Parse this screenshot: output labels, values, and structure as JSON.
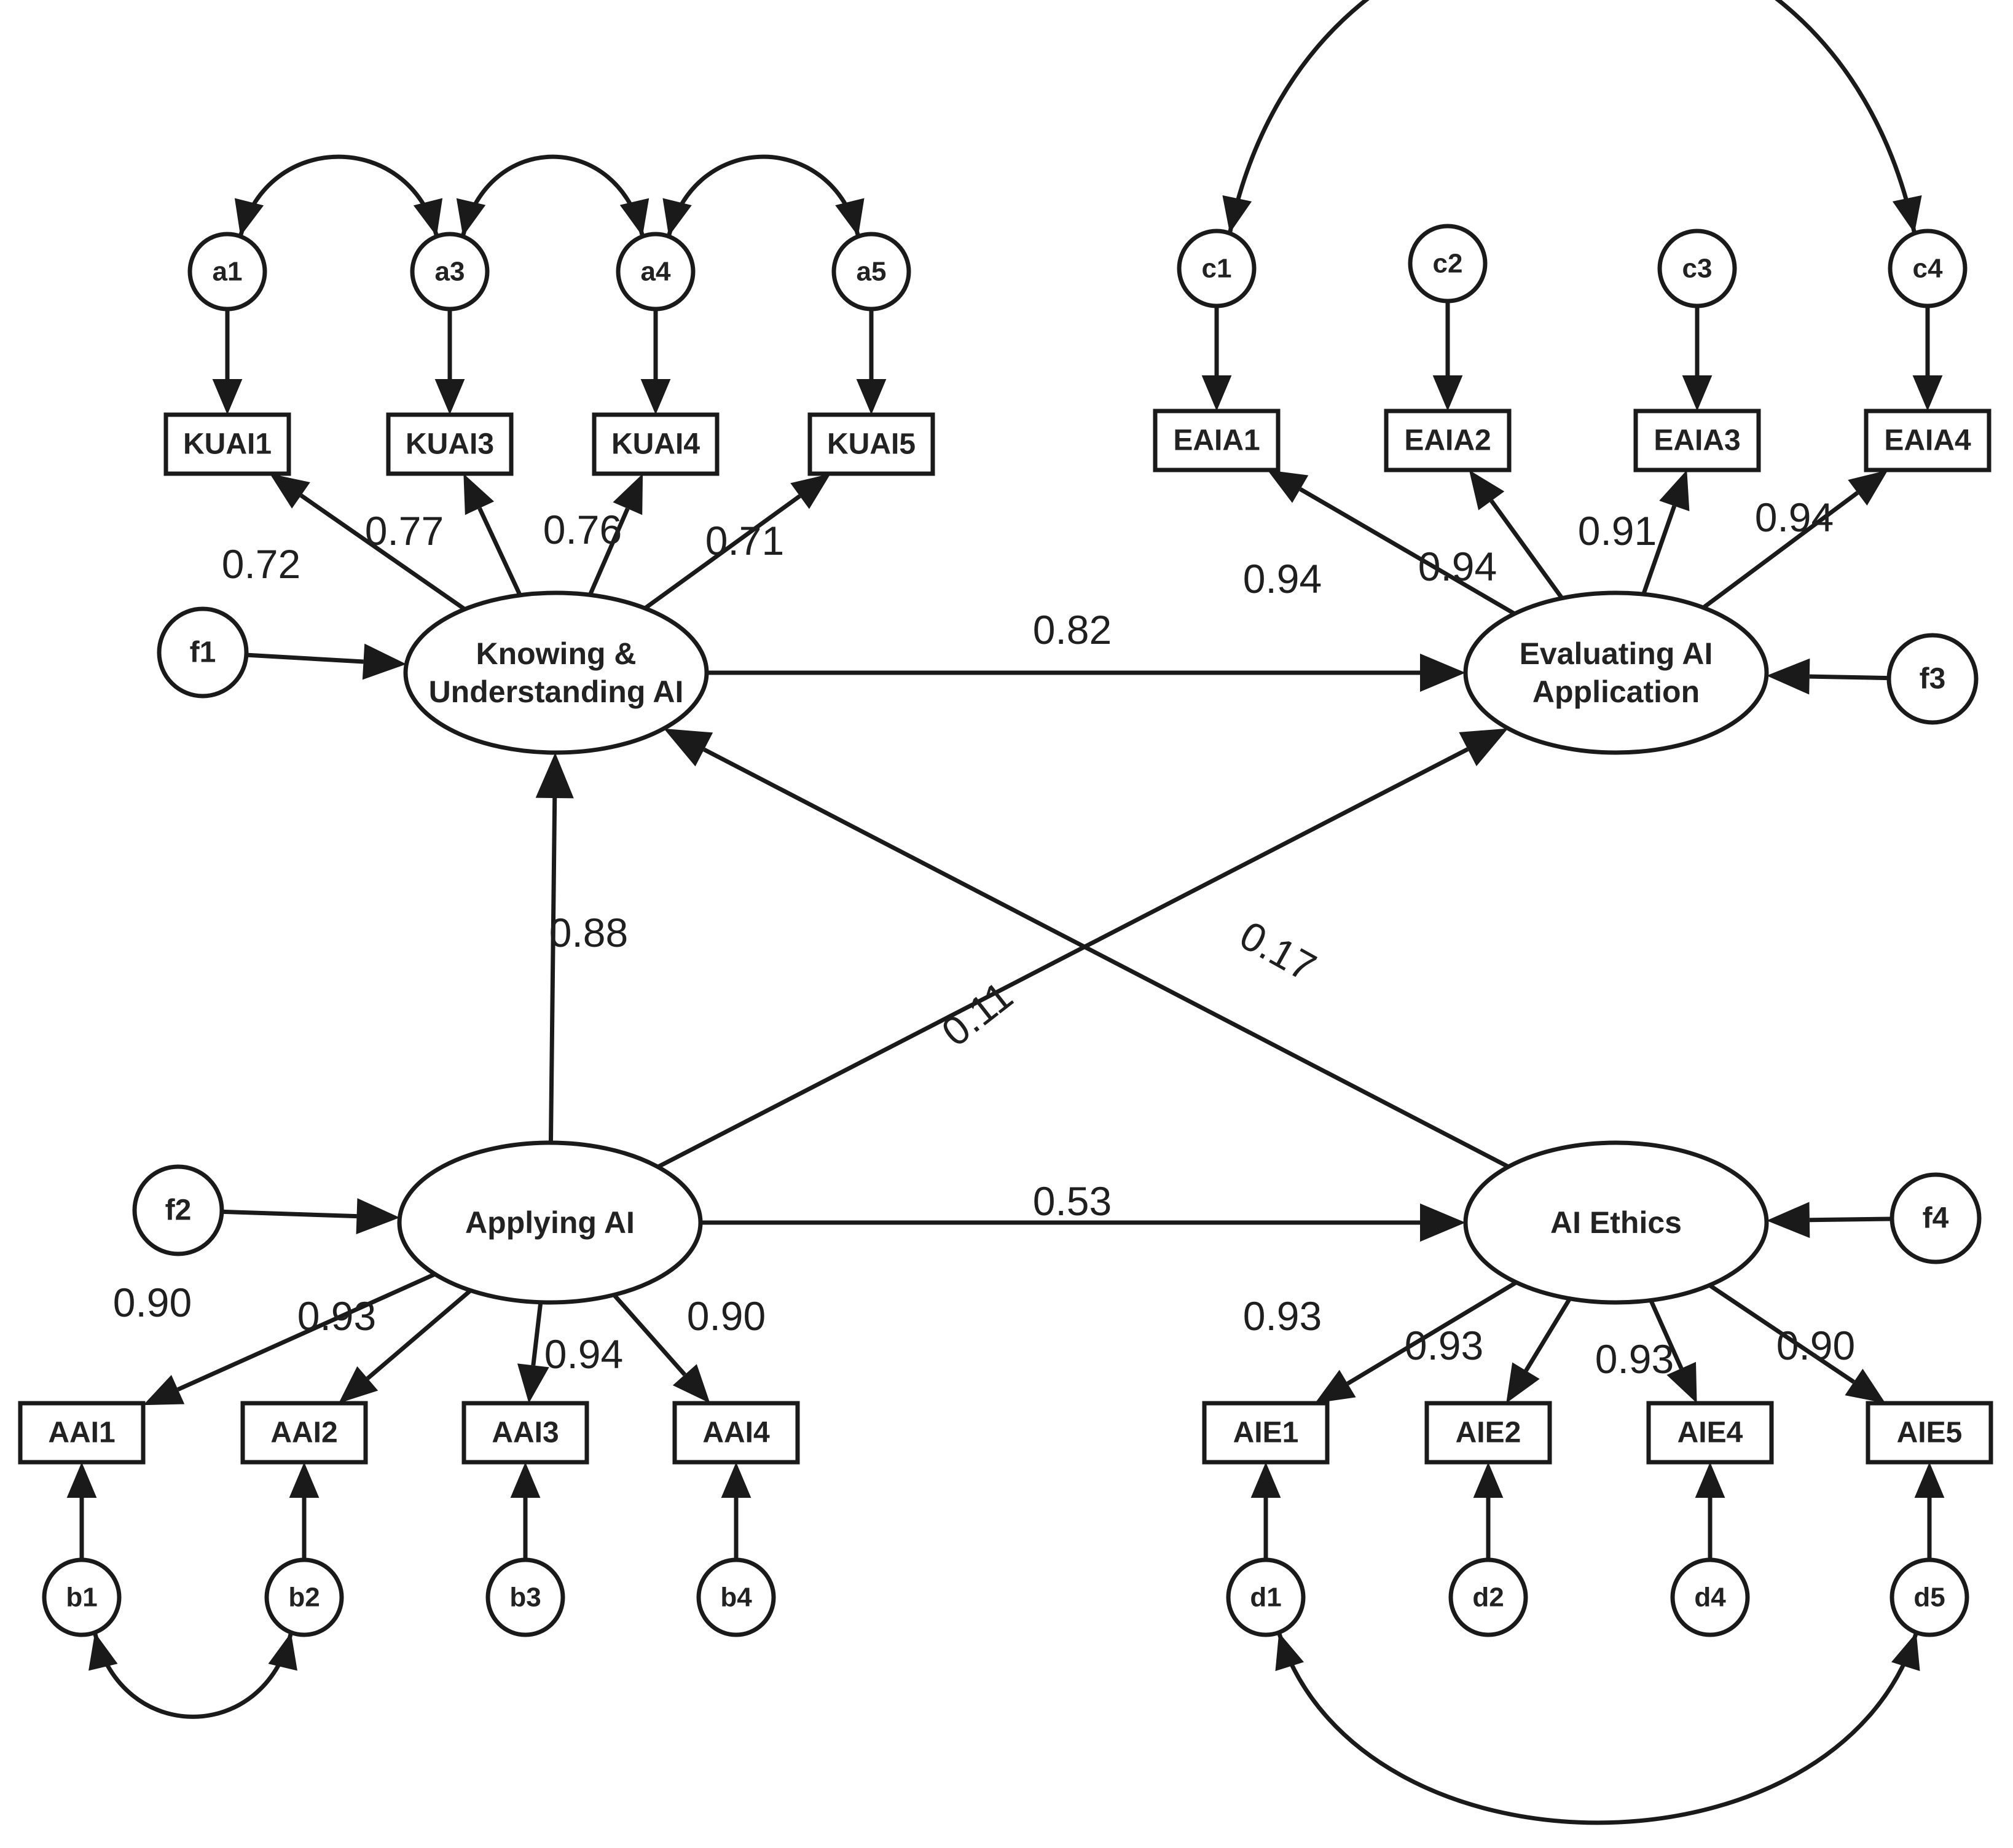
{
  "colors": {
    "ink": "#1a1a1a",
    "background": "#ffffff"
  },
  "latents": [
    {
      "id": "KUAI",
      "lines": [
        "Knowing &",
        "Understanding AI"
      ]
    },
    {
      "id": "EAIA",
      "lines": [
        "Evaluating AI",
        "Application"
      ]
    },
    {
      "id": "AAI",
      "lines": [
        "Applying AI"
      ]
    },
    {
      "id": "AIE",
      "lines": [
        "AI Ethics"
      ]
    }
  ],
  "indicators": [
    "KUAI1",
    "KUAI3",
    "KUAI4",
    "KUAI5",
    "EAIA1",
    "EAIA2",
    "EAIA3",
    "EAIA4",
    "AAI1",
    "AAI2",
    "AAI3",
    "AAI4",
    "AIE1",
    "AIE2",
    "AIE4",
    "AIE5"
  ],
  "errors": [
    "a1",
    "a3",
    "a4",
    "a5",
    "c1",
    "c2",
    "c3",
    "c4",
    "b1",
    "b2",
    "b3",
    "b4",
    "d1",
    "d2",
    "d4",
    "d5"
  ],
  "disturbances": [
    "f1",
    "f2",
    "f3",
    "f4"
  ],
  "loadings": {
    "KUAI1": "0.72",
    "KUAI3": "0.77",
    "KUAI4": "0.76",
    "KUAI5": "0.71",
    "EAIA1": "0.94",
    "EAIA2": "0.94",
    "EAIA3": "0.91",
    "EAIA4": "0.94",
    "AAI1": "0.90",
    "AAI2": "0.93",
    "AAI3": "0.94",
    "AAI4": "0.90",
    "AIE1": "0.93",
    "AIE2": "0.93",
    "AIE4": "0.93",
    "AIE5": "0.90"
  },
  "paths": [
    {
      "from": "KUAI",
      "to": "EAIA",
      "coef": "0.82"
    },
    {
      "from": "AAI",
      "to": "KUAI",
      "coef": "0.88"
    },
    {
      "from": "AAI",
      "to": "EAIA",
      "coef": "0.11"
    },
    {
      "from": "AIE",
      "to": "KUAI",
      "coef": "0.17"
    },
    {
      "from": "AAI",
      "to": "AIE",
      "coef": "0.53"
    }
  ],
  "covariances": [
    [
      "a1",
      "a3"
    ],
    [
      "a3",
      "a4"
    ],
    [
      "a4",
      "a5"
    ],
    [
      "c1",
      "c4"
    ],
    [
      "b1",
      "b2"
    ],
    [
      "d1",
      "d5"
    ]
  ]
}
